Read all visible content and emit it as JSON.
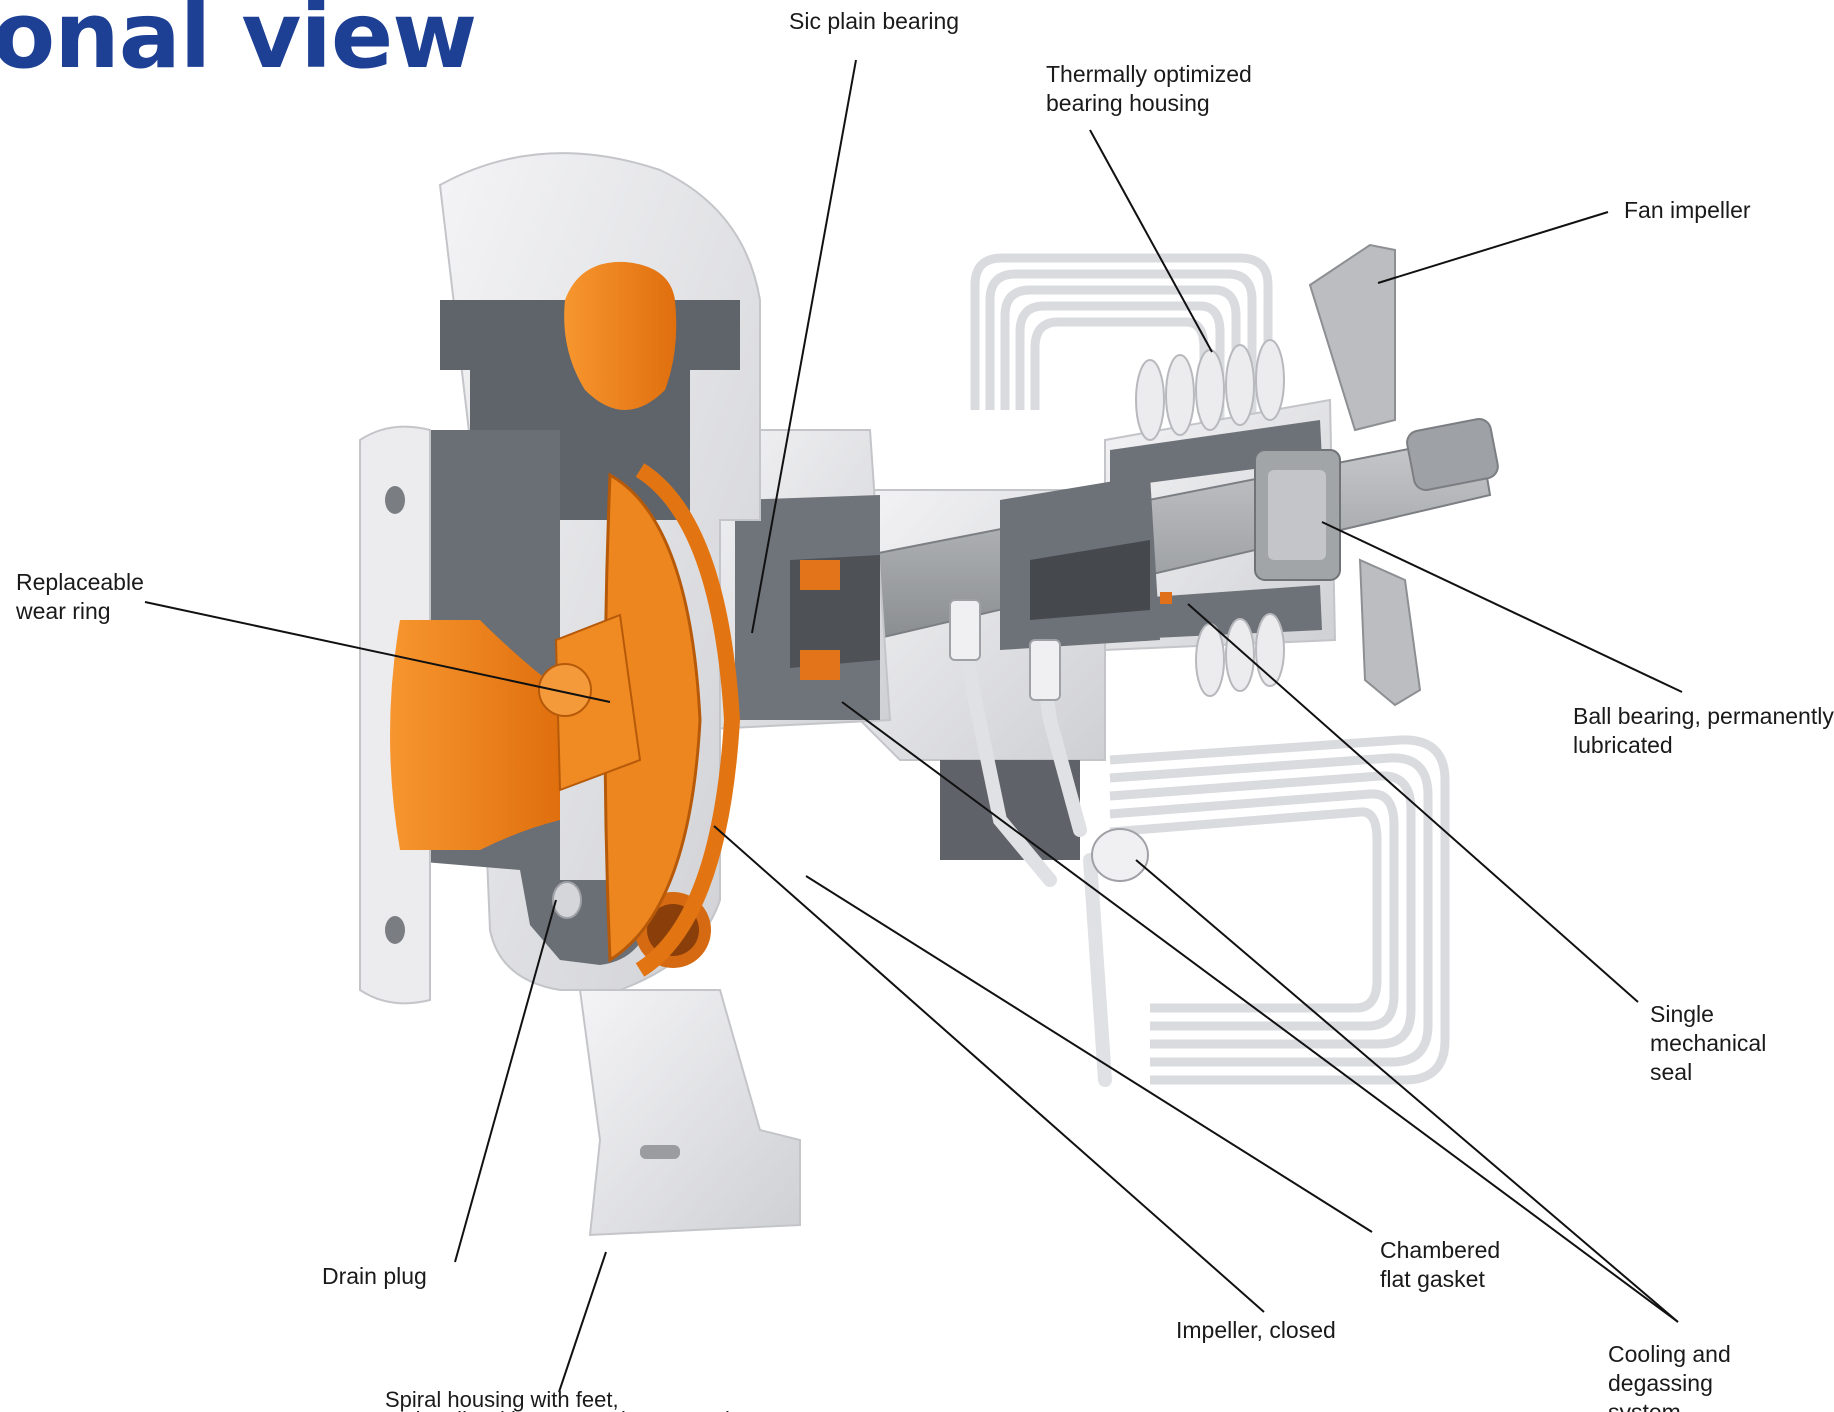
{
  "title": "onal view",
  "colors": {
    "title": "#1d3f94",
    "media_wetted": "#f0821e",
    "housing": "#e6e6ea",
    "section_cut": "#6c7077",
    "shaft": "#a9acaf",
    "leader_line": "#111111"
  },
  "callouts": {
    "sic_plain_bearing": "Sic plain bearing",
    "bearing_housing": "Thermally optimized\nbearing housing",
    "fan_impeller": "Fan impeller",
    "wear_ring": "Replaceable\nwear ring",
    "ball_bearing": "Ball bearing, permanently\nlubricated",
    "mechanical_seal": "Single mechanical\nseal",
    "drain_plug": "Drain plug",
    "flat_gasket": "Chambered\nflat gasket",
    "impeller": "Impeller, closed",
    "cooling_system": "Cooling and degassing\nsystem",
    "spiral_housing": "Spiral housing with feet,\noptionally with center-axis suspension"
  }
}
